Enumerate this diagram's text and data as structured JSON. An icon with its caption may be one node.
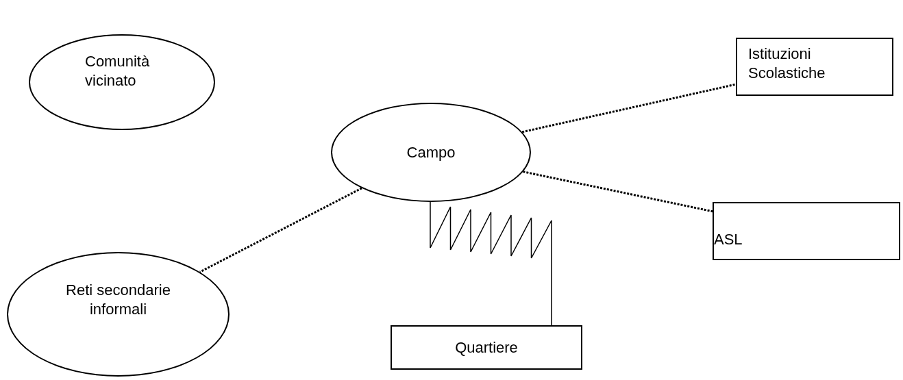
{
  "diagram": {
    "nodes": [
      {
        "text": [
          "Comunità vicinato"
        ]
      },
      {
        "text": [
          "Istituzioni Scolastiche"
        ]
      },
      {
        "text": [
          "Campo"
        ]
      },
      {
        "text": [
          "ASL"
        ]
      },
      {
        "text": [
          "Reti secondarie informali"
        ]
      },
      {
        "text": [
          "Quartiere"
        ]
      }
    ],
    "edges": [
      {
        "from": 2,
        "to": 1,
        "arrow": "none",
        "style": "dashed"
      },
      {
        "from": 2,
        "to": 4,
        "arrow": "none",
        "style": "dashed"
      },
      {
        "from": 2,
        "to": 3,
        "arrow": "none",
        "style": "dashed"
      },
      {
        "from": 2,
        "to": 5,
        "arrow": "none"
      }
    ]
  }
}
